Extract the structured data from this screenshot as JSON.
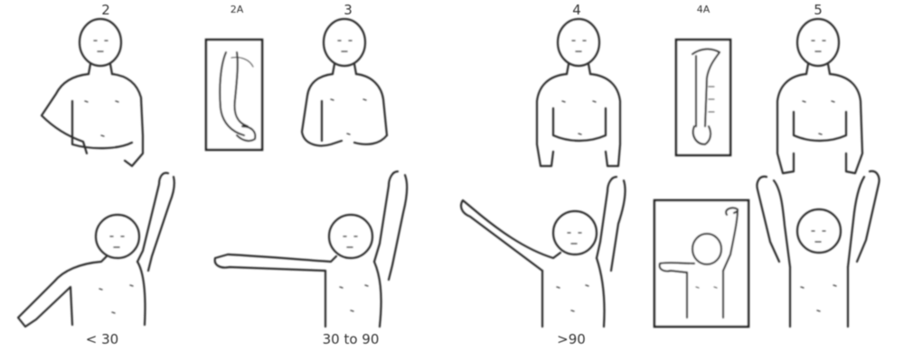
{
  "panels": {
    "top": [
      {
        "label": "2"
      },
      {
        "label": "2A"
      },
      {
        "label": "3"
      },
      {
        "label": "4"
      },
      {
        "label": "4A"
      },
      {
        "label": "5"
      }
    ],
    "bottom": [
      {
        "label": "< 30"
      },
      {
        "label": "30 to 90"
      },
      {
        "label": ">90"
      }
    ]
  },
  "colors": {
    "ink": "#2a2a2a",
    "background": "#ffffff"
  }
}
